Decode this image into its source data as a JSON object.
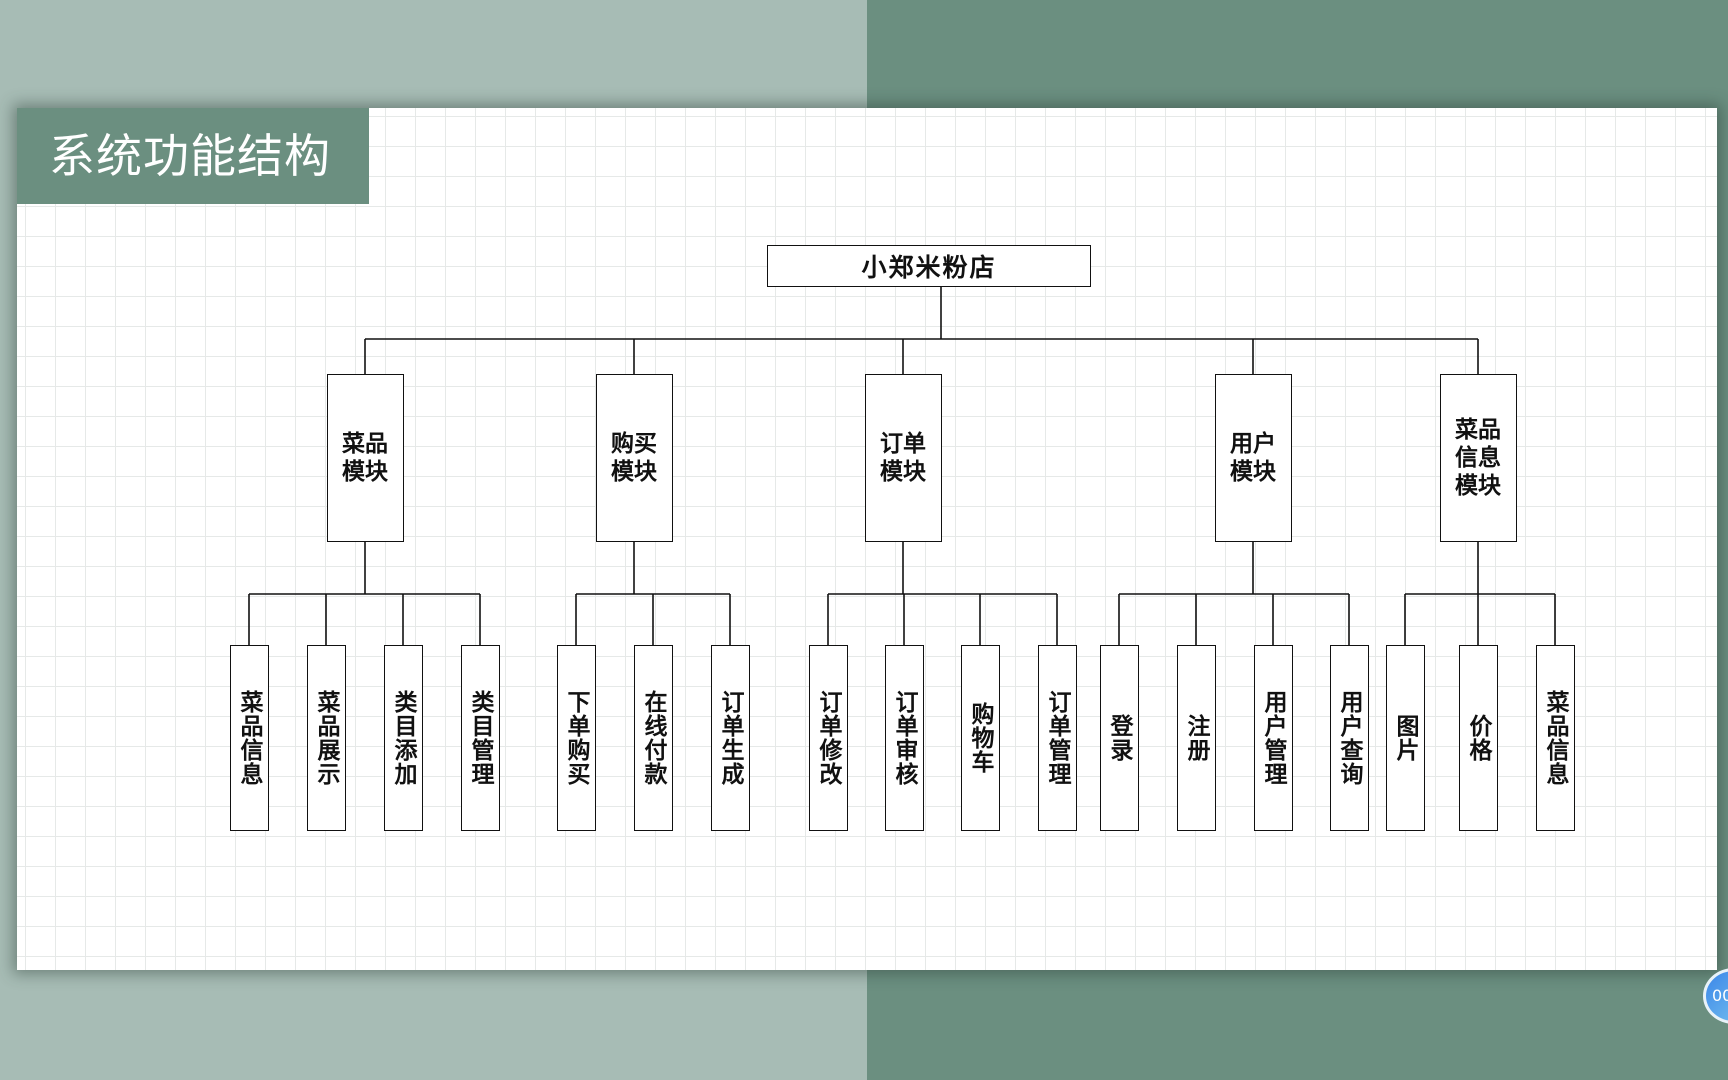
{
  "slide": {
    "title": "系统功能结构"
  },
  "timer": {
    "text": "00:"
  },
  "diagram": {
    "root": "小郑米粉店",
    "modules": [
      {
        "label": "菜品模块",
        "children": [
          "菜品信息",
          "菜品展示",
          "类目添加",
          "类目管理"
        ]
      },
      {
        "label": "购买模块",
        "children": [
          "下单购买",
          "在线付款",
          "订单生成"
        ]
      },
      {
        "label": "订单模块",
        "children": [
          "订单修改",
          "订单审核",
          "购物车",
          "订单管理"
        ]
      },
      {
        "label": "用户模块",
        "children": [
          "登录",
          "注册",
          "用户管理",
          "用户查询"
        ]
      },
      {
        "label": "菜品信息模块",
        "children": [
          "图片",
          "价格",
          "菜品信息"
        ]
      }
    ]
  }
}
